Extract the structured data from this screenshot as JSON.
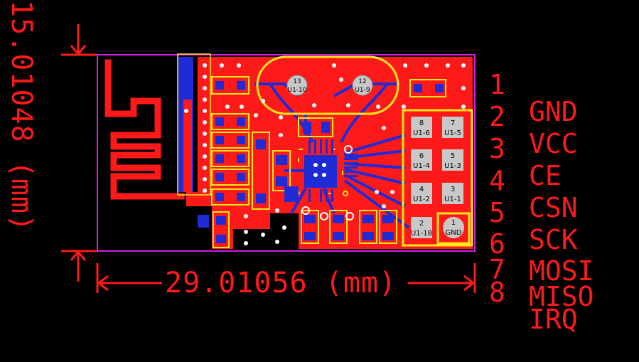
{
  "dimensions": {
    "width_label": "29.01056 (mm)",
    "height_label": "15.01048 (mm)"
  },
  "pins": [
    {
      "number": "1",
      "name": "GND"
    },
    {
      "number": "2",
      "name": "VCC"
    },
    {
      "number": "3",
      "name": "CE"
    },
    {
      "number": "4",
      "name": "CSN"
    },
    {
      "number": "5",
      "name": "SCK"
    },
    {
      "number": "6",
      "name": "MOSI"
    },
    {
      "number": "7",
      "name": "MISO"
    },
    {
      "number": "8",
      "name": "IRQ"
    }
  ],
  "pads": [
    {
      "top": "8",
      "bottom": "U1-6"
    },
    {
      "top": "7",
      "bottom": "U1-5"
    },
    {
      "top": "6",
      "bottom": "U1-4"
    },
    {
      "top": "5",
      "bottom": "U1-3"
    },
    {
      "top": "4",
      "bottom": "U1-2"
    },
    {
      "top": "3",
      "bottom": "U1-1"
    },
    {
      "top": "2",
      "bottom": "U1-18"
    },
    {
      "top": "1",
      "bottom": "GND"
    }
  ],
  "crystal_pads": [
    {
      "top": "13",
      "bottom": "U1-10"
    },
    {
      "top": "12",
      "bottom": "U1-9"
    }
  ],
  "colors": {
    "background": "#000000",
    "copper": "#ff1a1a",
    "trace_blue": "#1f2bd6",
    "silkscreen": "#ffe81a",
    "outline": "#d21ee6",
    "via": "#ffffff"
  }
}
